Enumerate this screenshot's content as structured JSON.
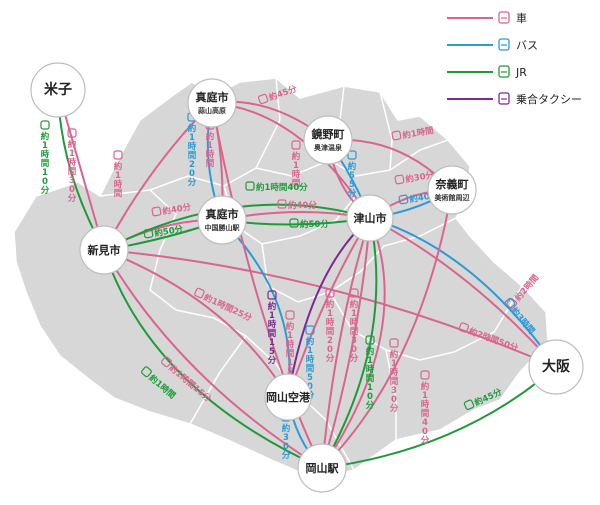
{
  "colors": {
    "car": "#d9658f",
    "bus": "#2b9ad6",
    "jr": "#1f9a3a",
    "taxi": "#7a2b8f",
    "region": "#d7d7d7",
    "region_stroke": "#ffffff"
  },
  "legend": [
    {
      "key": "car",
      "label": "車",
      "icon": "car-icon"
    },
    {
      "key": "bus",
      "label": "バス",
      "icon": "bus-icon"
    },
    {
      "key": "jr",
      "label": "JR",
      "icon": "train-icon"
    },
    {
      "key": "taxi",
      "label": "乗合タクシー",
      "icon": "taxi-icon"
    }
  ],
  "nodes": {
    "yonago": {
      "name": "米子",
      "sub": ""
    },
    "maniwa_hiruzen": {
      "name": "真庭市",
      "sub": "蒜山高原"
    },
    "kagamino": {
      "name": "鏡野町",
      "sub": "奥津温泉"
    },
    "nagi": {
      "name": "奈義町",
      "sub": "美術館周辺"
    },
    "maniwa_chugoku": {
      "name": "真庭市",
      "sub": "中国勝山駅"
    },
    "tsuyama": {
      "name": "津山市",
      "sub": ""
    },
    "niimi": {
      "name": "新見市",
      "sub": ""
    },
    "osaka": {
      "name": "大阪",
      "sub": ""
    },
    "okayama_airport": {
      "name": "岡山空港",
      "sub": ""
    },
    "okayama_station": {
      "name": "岡山駅",
      "sub": ""
    }
  },
  "labels": {
    "niimi_yonago_car": "約1時間30分",
    "niimi_yonago_jr": "約1時間10分",
    "niimi_hiruzen_car": "約1時間",
    "hiruzen_chugoku_bus": "約1時間20分",
    "hiruzen_chugoku_car": "約1時間",
    "hiruzen_kagamino_car": "約45分",
    "kagamino_tsuyama_car": "約1時間",
    "kagamino_tsuyama_bus": "約55分",
    "kagamino_nagi_car": "約1時間",
    "tsuyama_nagi_car": "約30分",
    "tsuyama_nagi_bus": "約40分",
    "niimi_chugoku_car": "約40分",
    "niimi_chugoku_jr": "約50分",
    "chugoku_tsuyama_jr": "約1時間40分",
    "chugoku_tsuyama_car": "約40分",
    "chugoku_tsuyama_jr2": "約50分",
    "niimi_airport_car": "約1時間25分",
    "niimi_station_car": "約1時間15分",
    "niimi_station_jr": "約1時間",
    "tsuyama_osaka_car": "約2時間",
    "tsuyama_osaka_bus": "約3時間",
    "niimi_osaka_car": "約2時間50分",
    "tsuyama_airport_taxi": "約1時間15分",
    "tsuyama_airport_car": "約1時間15分",
    "chugoku_airport_bus": "約1時間50分",
    "tsuyama_station_car1": "約1時間20分",
    "tsuyama_station_car2": "約1時間30分",
    "tsuyama_station_jr": "約1時間10分",
    "tsuyama_station_car3": "約1時間30分",
    "nagi_station_car": "約1時間40分",
    "airport_station_bus": "約30分",
    "osaka_station_jr": "約45分"
  }
}
